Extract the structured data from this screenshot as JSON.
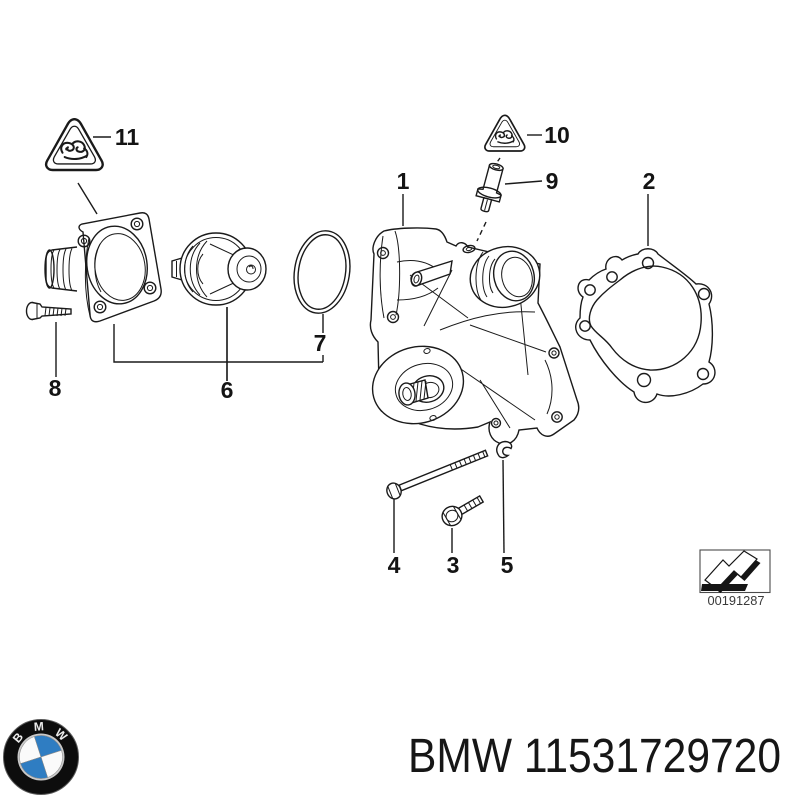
{
  "callouts": {
    "c1": "1",
    "c2": "2",
    "c3": "3",
    "c4": "4",
    "c5": "5",
    "c6": "6",
    "c7": "7",
    "c8": "8",
    "c9": "9",
    "c10": "10",
    "c11": "11"
  },
  "stamp_number": "00191287",
  "footer_text": "BMW 11531729720",
  "logo_letters": {
    "b": "B",
    "m": "M",
    "w": "W"
  },
  "colors": {
    "line": "#1a1a1a",
    "logo_black": "#0d0d0d",
    "logo_blue": "#2f7dc2",
    "background": "#ffffff"
  }
}
